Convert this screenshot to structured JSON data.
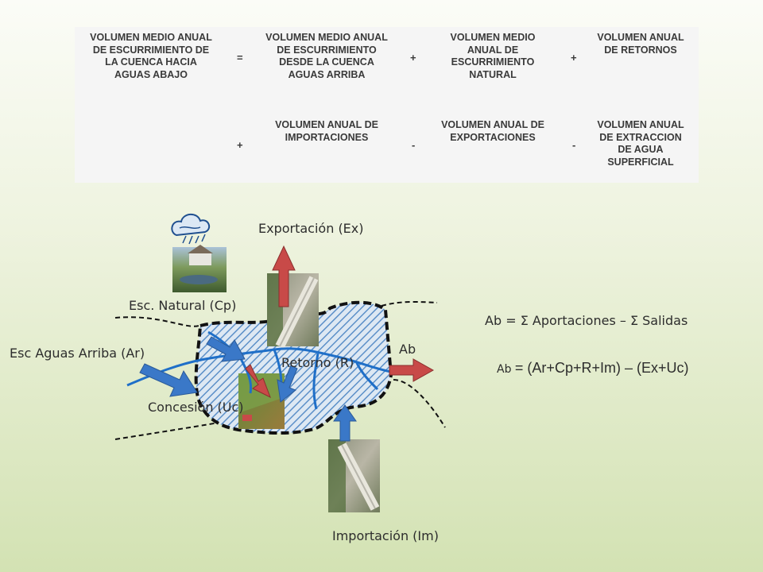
{
  "equation_table": {
    "row1": {
      "term1": "VOLUMEN MEDIO ANUAL\nDE ESCURRIMIENTO DE\nLA CUENCA HACIA\nAGUAS ABAJO",
      "op1": "=",
      "term2": "VOLUMEN MEDIO ANUAL\nDE ESCURRIMIENTO\nDESDE LA CUENCA\nAGUAS ARRIBA",
      "op2": "+",
      "term3": "VOLUMEN MEDIO\nANUAL DE\nESCURRIMIENTO\nNATURAL",
      "op3": "+",
      "term4": "VOLUMEN ANUAL\nDE  RETORNOS"
    },
    "row2": {
      "op1": "+",
      "term1": "VOLUMEN ANUAL DE\nIMPORTACIONES",
      "op2": "-",
      "term2": "VOLUMEN ANUAL DE\nEXPORTACIONES",
      "op3": "-",
      "term3": "VOLUMEN ANUAL\nDE EXTRACCION\nDE AGUA\nSUPERFICIAL"
    }
  },
  "diagram": {
    "exportacion": "Exportación (Ex)",
    "esc_natural": "Esc. Natural (Cp)",
    "esc_aguas_arriba": "Esc Aguas Arriba (Ar)",
    "retorno": "Retorno (R)",
    "ab": "Ab",
    "concesion": "Concesión (Uc)",
    "importacion": "Importación (Im)"
  },
  "formulas": {
    "balance_lhs": "Ab = ",
    "sigma": "Σ",
    "aportaciones": " Aportaciones – ",
    "salidas": " Salidas",
    "expanded_lhs": "Ab ",
    "expanded_rhs": "= (Ar+Cp+R+Im) – (Ex+Uc)"
  },
  "colors": {
    "basin_hatch": "#5b8fc8",
    "river": "#1f6fc8",
    "arrow_blue": "#3a78c8",
    "arrow_red": "#c84a48"
  }
}
